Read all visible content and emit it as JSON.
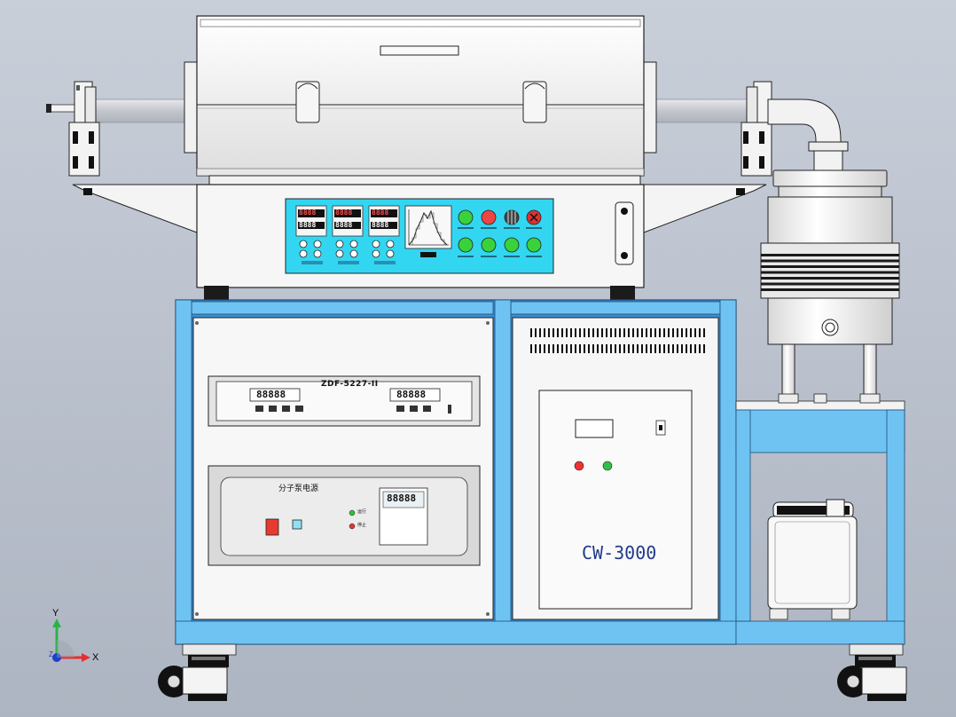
{
  "model": {
    "furnace_controller_panel": {
      "displays": [
        "8888",
        "8888",
        "8888"
      ],
      "sub_displays": [
        "8888",
        "8888",
        "8888"
      ],
      "lamp_colors": {
        "green": "#3ad23a",
        "red": "#ef4444",
        "dark": "#222222",
        "alarm": "#e03030"
      }
    },
    "vacuum_controller": {
      "model_label": "ZDF-5227-II",
      "display_left": "88888",
      "display_right": "88888"
    },
    "pump_controller": {
      "title": "分子泵电源",
      "display": "88888",
      "status_run": "运行",
      "status_stop": "停止"
    },
    "chiller": {
      "model_label": "CW-3000"
    }
  },
  "axis_triad": {
    "x_label": "X",
    "y_label": "Y",
    "z_label": "Z",
    "x_color": "#e23030",
    "y_color": "#2bb24c",
    "z_color": "#1e40c8"
  },
  "colors": {
    "cabinet_blue": "#6fc3f2",
    "cabinet_frame": "#3b8ed0",
    "panel_cyan": "#33d6f0",
    "steel_light": "#efefef",
    "background": "#c0c6d0"
  }
}
